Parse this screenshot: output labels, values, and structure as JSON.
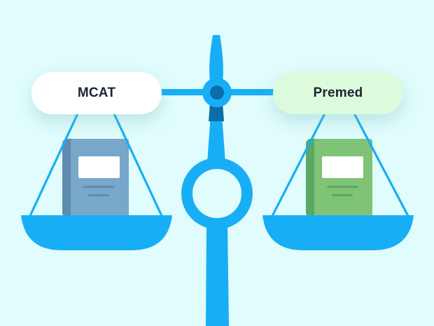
{
  "scene": {
    "description": "Balance scale comparing two books",
    "background_color": "#e0fcfc",
    "scale_color": "#18aef5",
    "scale_dark_color": "#0a6ea8"
  },
  "left_pan": {
    "label": "MCAT",
    "pill_color": "#ffffff",
    "book_color": "#77a7c9",
    "book_spine_color": "#5f8cb0"
  },
  "right_pan": {
    "label": "Premed",
    "pill_color": "#dcfbdc",
    "book_color": "#7fc476",
    "book_spine_color": "#5aa862"
  }
}
